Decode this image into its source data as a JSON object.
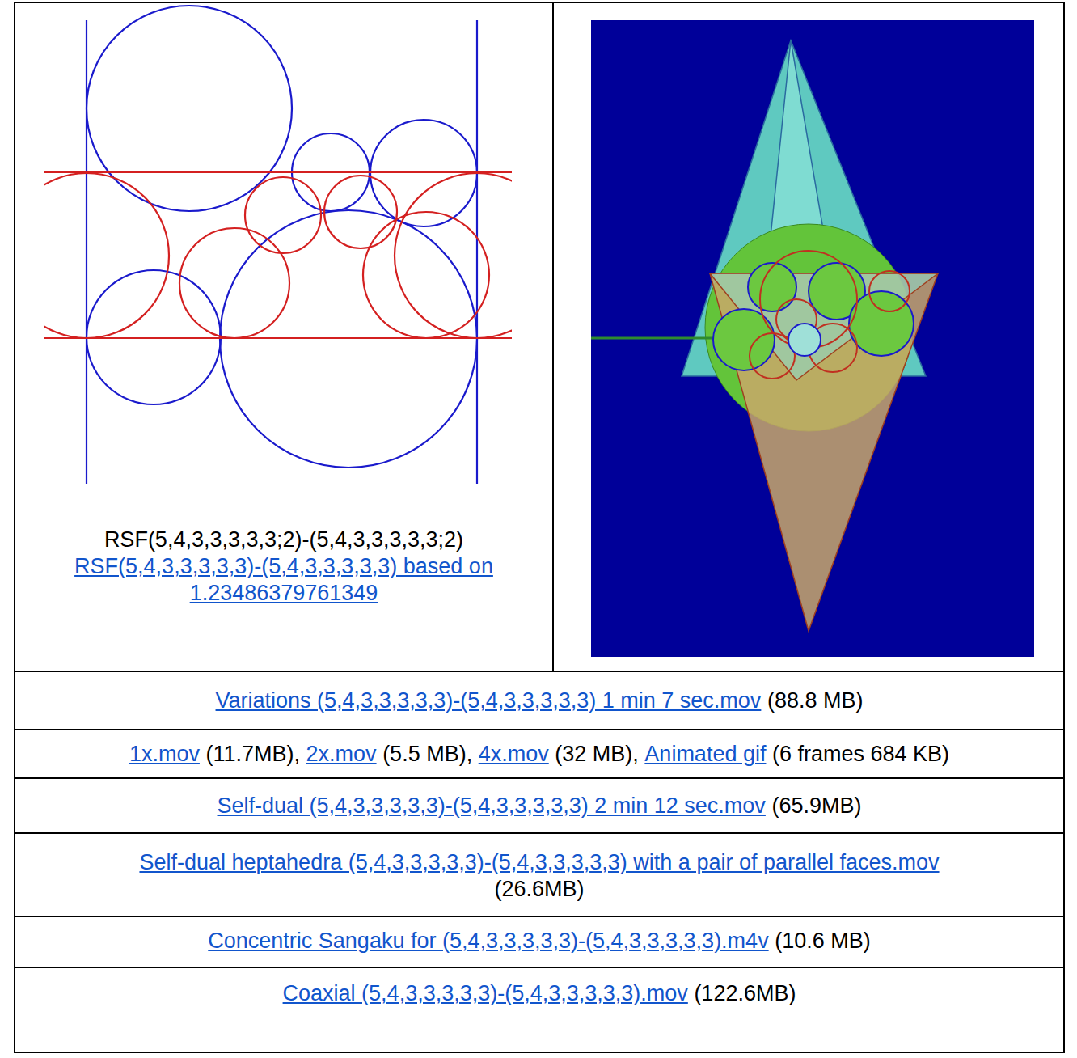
{
  "diagram": {
    "nodes": [
      {
        "text": [
          "RSF(5,4,3,3,3,3,3;2)-(5,4,3,3,3,3,3;2)",
          "RSF(5,4,3,3,3,3,3)-(5,4,3,3,3,3,3) based on 1.23486379761349"
        ]
      },
      {
        "text": [
          "Variations (5,4,3,3,3,3,3)-(5,4,3,3,3,3,3) 1 min 7 sec.mov",
          "(88.8 MB)"
        ]
      },
      {
        "text": [
          "1x.mov",
          "(11.7MB),",
          "2x.mov",
          "(5.5 MB),",
          "4x.mov",
          "(32 MB),",
          "Animated gif",
          "(6 frames 684 KB)"
        ]
      },
      {
        "text": [
          "Self-dual (5,4,3,3,3,3,3)-(5,4,3,3,3,3,3) 2 min 12 sec.mov",
          "(65.9MB)"
        ]
      },
      {
        "text": [
          "Self-dual heptahedra (5,4,3,3,3,3,3)-(5,4,3,3,3,3,3) with a pair of parallel faces.mov",
          "(26.6MB)"
        ]
      },
      {
        "text": [
          "Concentric Sangaku for (5,4,3,3,3,3,3)-(5,4,3,3,3,3,3).m4v",
          "(10.6 MB)"
        ]
      },
      {
        "text": [
          "Coaxial (5,4,3,3,3,3,3)-(5,4,3,3,3,3,3).mov",
          "(122.6MB)"
        ]
      }
    ]
  }
}
